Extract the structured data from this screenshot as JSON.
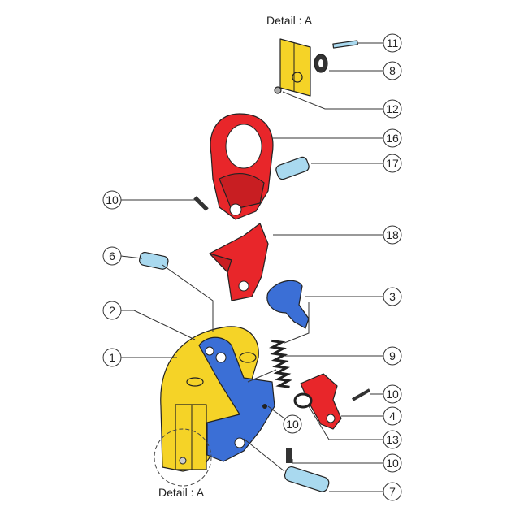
{
  "title": "Exploded parts diagram",
  "detail_labels": {
    "top": "Detail : A",
    "bottom": "Detail : A"
  },
  "callouts": [
    "11",
    "8",
    "12",
    "16",
    "17",
    "10",
    "18",
    "6",
    "3",
    "2",
    "1",
    "9",
    "10",
    "10",
    "4",
    "13",
    "10",
    "7"
  ],
  "colors": {
    "body_plate": "#f5d327",
    "shackle": "#e8262a",
    "cam_arm": "#3b6fd6",
    "pins": "#a9d9ef",
    "outline": "#222222"
  }
}
